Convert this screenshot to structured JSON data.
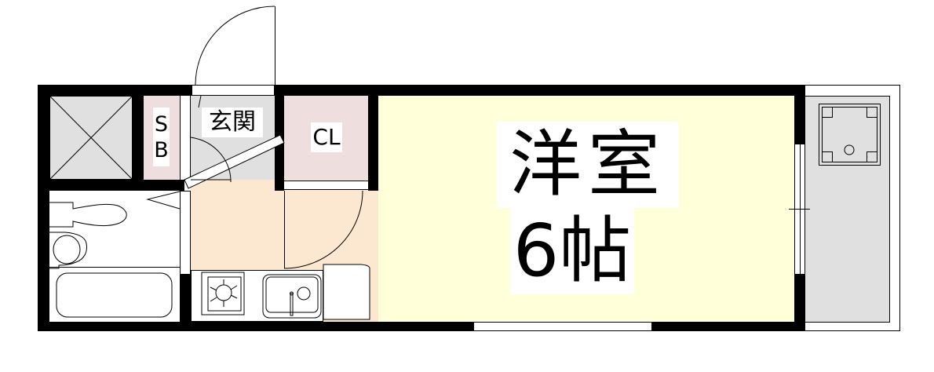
{
  "floorplan": {
    "rooms": {
      "western_room": {
        "label_line1": "洋室",
        "label_line2": "6帖",
        "fill": "#FFFFDA"
      },
      "entrance": {
        "label": "玄関",
        "fill": "#E0E0E0"
      },
      "closet": {
        "label": "CL",
        "fill": "#EEDEDE"
      },
      "shoe_box": {
        "label_line1": "S",
        "label_line2": "B",
        "fill": "#EEDEDE"
      },
      "kitchen": {
        "fill": "#FCE8D0"
      },
      "pipe_space": {
        "fill": "#E0E0E0"
      },
      "bathroom": {
        "fill": "#FFFFFF"
      },
      "balcony": {
        "fill": "#E0E0E0"
      }
    },
    "fixtures": [
      "washing-machine-pan",
      "toilet",
      "bathtub",
      "gas-stove",
      "sink",
      "refrigerator-space"
    ],
    "colors": {
      "wall": "#000000",
      "line": "#000000"
    }
  }
}
